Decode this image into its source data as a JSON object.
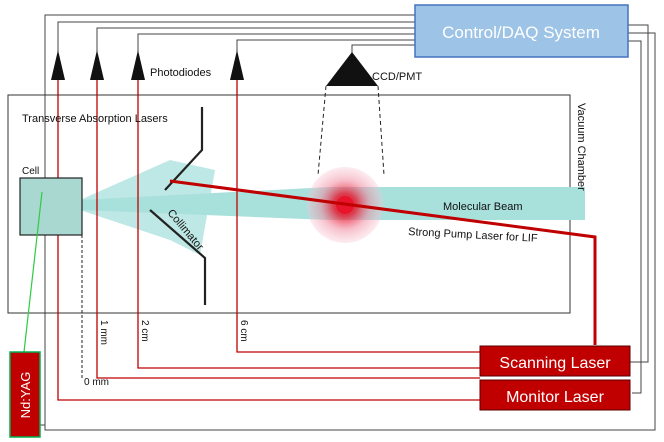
{
  "title": "",
  "boxes": {
    "control": "Control/DAQ System",
    "scanning": "Scanning Laser",
    "monitor": "Monitor Laser",
    "ndyag": "Nd:YAG",
    "cell": "Cell"
  },
  "labels": {
    "photodiodes": "Photodiodes",
    "ccd": "CCD/PMT",
    "transverse": "Transverse Absorption Lasers",
    "vacuum": "Vacuum Chamber",
    "molecular_beam": "Molecular Beam",
    "pump_laser": "Strong Pump Laser for LIF",
    "collimator": "Collimator"
  },
  "distances": [
    "0 mm",
    "1 mm",
    "2 cm",
    "6 cm"
  ],
  "colors": {
    "control_fill": "#9dc3e6",
    "control_stroke": "#4472c4",
    "laser_fill": "#c00000",
    "laser_line": "#c00000",
    "ndyag_fill": "#c00000",
    "ndyag_stroke": "#00b050",
    "cell_fill": "#a9d8d0",
    "beam": "#a8e0dc",
    "chamber_stroke": "#333333",
    "wire": "#444444",
    "green_beam": "#2ecc40",
    "lif_glow": "#e8142b"
  },
  "icons": [
    "detector-arrow-icon",
    "ccd-detector-icon"
  ]
}
